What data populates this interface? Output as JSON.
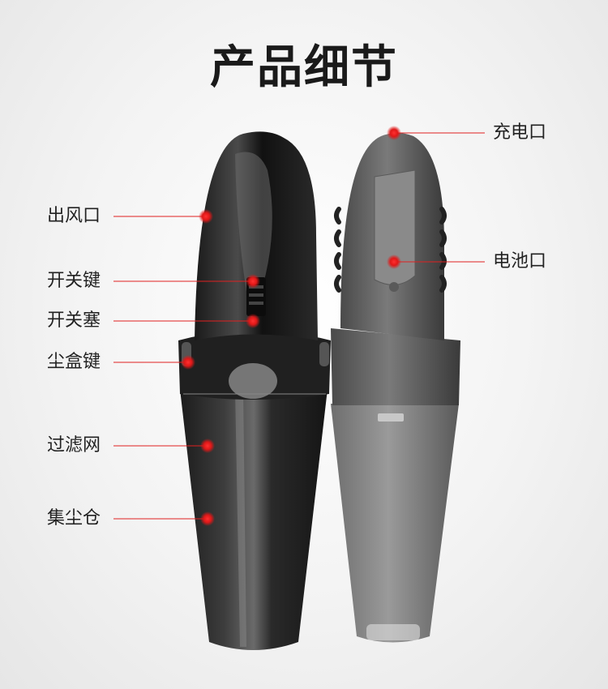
{
  "title": "产品细节",
  "accent_color": "#e02020",
  "callouts": {
    "outlet": "出风口",
    "switch_key": "开关键",
    "switch_plug": "开关塞",
    "dust_box_key": "尘盒键",
    "filter": "过滤网",
    "dust_bin": "集尘仓",
    "charging_port": "充电口",
    "battery_port": "电池口"
  }
}
